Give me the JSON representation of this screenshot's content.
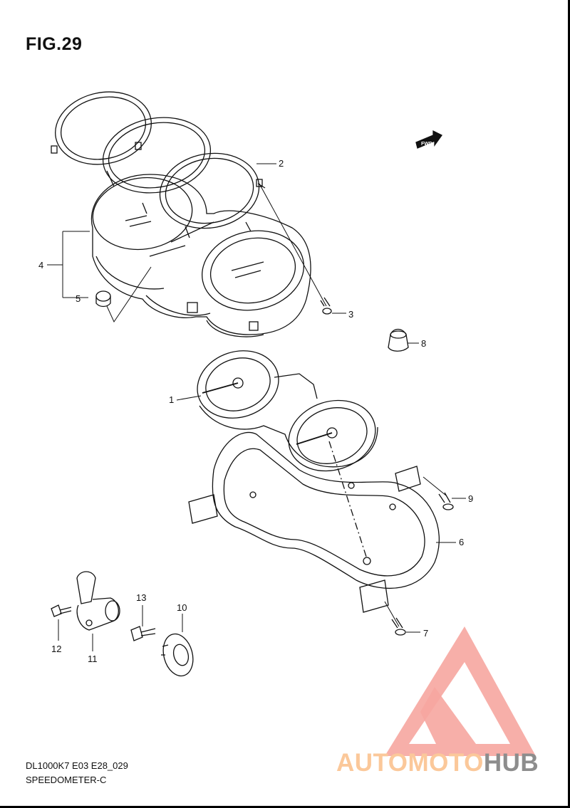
{
  "figure": {
    "title": "FIG.29",
    "footer_code": "DL1000K7 E03 E28_029",
    "footer_name": "SPEEDOMETER-C"
  },
  "direction_tag": "FWD",
  "callouts": [
    {
      "id": "1",
      "label": "1"
    },
    {
      "id": "2",
      "label": "2"
    },
    {
      "id": "3",
      "label": "3"
    },
    {
      "id": "4",
      "label": "4"
    },
    {
      "id": "5",
      "label": "5"
    },
    {
      "id": "6",
      "label": "6"
    },
    {
      "id": "7",
      "label": "7"
    },
    {
      "id": "8",
      "label": "8"
    },
    {
      "id": "9",
      "label": "9"
    },
    {
      "id": "10",
      "label": "10"
    },
    {
      "id": "11",
      "label": "11"
    },
    {
      "id": "12",
      "label": "12"
    },
    {
      "id": "13",
      "label": "13"
    }
  ],
  "watermark": {
    "brand_part1": "AUTOMOTO",
    "brand_part2": "HUB",
    "color_primary": "#f6a6a0",
    "color_secondary": "#8d8d8d"
  }
}
